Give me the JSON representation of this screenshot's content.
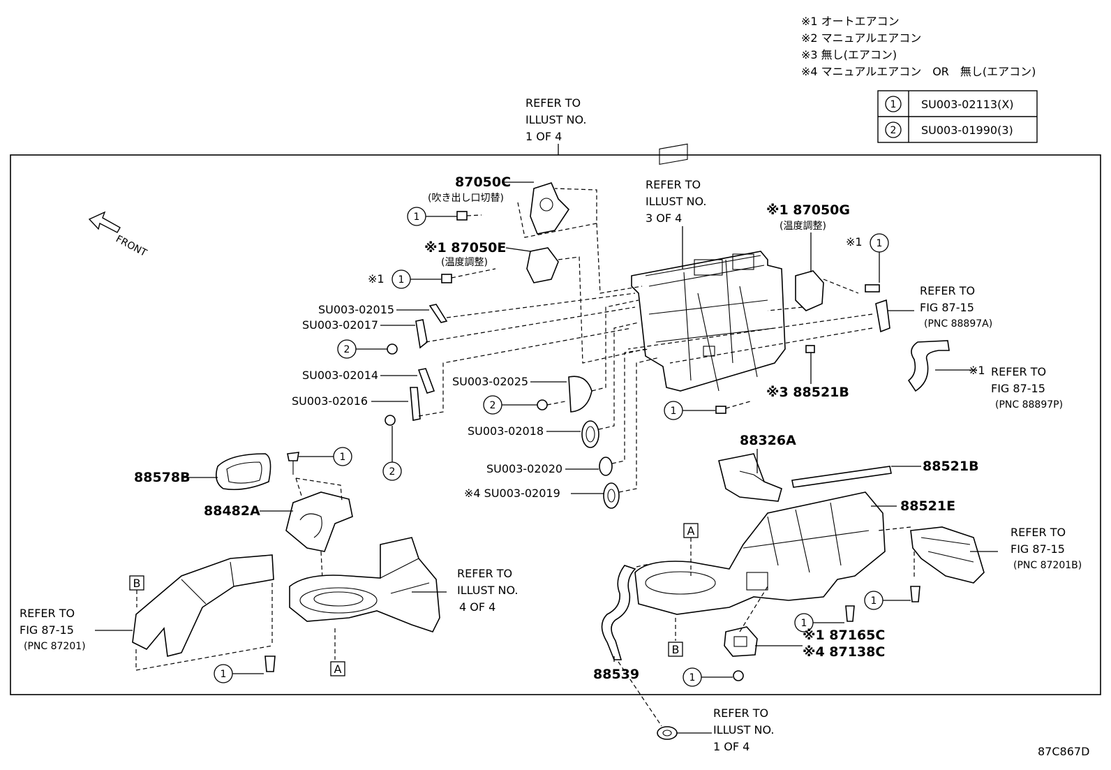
{
  "legend_notes": [
    "※1 オートエアコン",
    "※2 マニュアルエアコン",
    "※3 無し(エアコン)",
    "※4 マニュアルエアコン　OR　無し(エアコン)"
  ],
  "screw_table": [
    {
      "no": "1",
      "part": "SU003-02113(X)"
    },
    {
      "no": "2",
      "part": "SU003-01990(3)"
    }
  ],
  "front_label": "FRONT",
  "figure_code": "87C867D",
  "refs": {
    "top": [
      "REFER TO",
      "ILLUST NO.",
      "1 OF 4"
    ],
    "case": [
      "REFER TO",
      "ILLUST NO.",
      "3 OF 4"
    ],
    "blower": [
      "REFER TO",
      "ILLUST NO.",
      "4 OF 4"
    ],
    "bottom": [
      "REFER TO",
      "ILLUST NO.",
      "1 OF 4"
    ],
    "fig_a": [
      "REFER TO",
      "FIG 87-15",
      "(PNC 88897A)"
    ],
    "fig_p": [
      "REFER TO",
      "FIG 87-15",
      "(PNC 88897P)"
    ],
    "fig_b": [
      "REFER TO",
      "FIG 87-15",
      "(PNC 87201B)"
    ],
    "fig_l": [
      "REFER TO",
      "FIG 87-15",
      "(PNC 87201)"
    ]
  },
  "parts": {
    "p87050c": "87050C",
    "p87050c_sub": "(吹き出し口切替)",
    "p87050e": "※1 87050E",
    "p87050e_sub": "(温度調整)",
    "p87050g": "※1 87050G",
    "p87050g_sub": "(温度調整)",
    "su02015": "SU003-02015",
    "su02017": "SU003-02017",
    "su02014": "SU003-02014",
    "su02016": "SU003-02016",
    "su02025": "SU003-02025",
    "su02018": "SU003-02018",
    "su02020": "SU003-02020",
    "su02019": "※4 SU003-02019",
    "p88521b_a": "※3  88521B",
    "p88521b_b": "88521B",
    "p88326a": "88326A",
    "p88521e": "88521E",
    "p88578b": "88578B",
    "p88482a": "88482A",
    "p88539": "88539",
    "p87165c": "※1 87165C",
    "p87138c": "※4 87138C"
  },
  "markers": {
    "star1": "※1",
    "circle1": "1",
    "circle2": "2",
    "box_a": "A",
    "box_b": "B"
  }
}
